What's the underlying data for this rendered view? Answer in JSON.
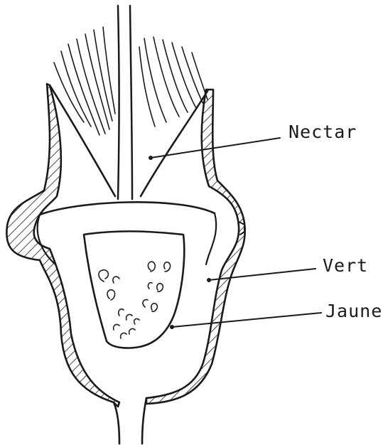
{
  "labels": {
    "nectar": "Nectar",
    "vert": "Vert",
    "jaune": "Jaune"
  },
  "colors": {
    "ink": "#1a1a1a",
    "paper": "#ffffff"
  }
}
